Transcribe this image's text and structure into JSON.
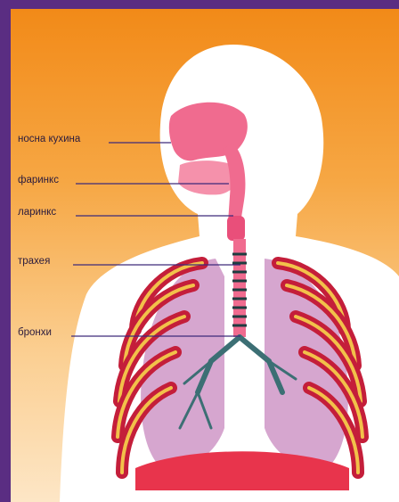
{
  "diagram": {
    "labels": [
      {
        "id": "nasal-cavity",
        "text": "носна кухина"
      },
      {
        "id": "pharynx",
        "text": "фаринкс"
      },
      {
        "id": "larynx",
        "text": "ларинкс"
      },
      {
        "id": "trachea",
        "text": "трахея"
      },
      {
        "id": "bronchi",
        "text": "бронхи"
      }
    ],
    "colors": {
      "frame": "#5a2d82",
      "background_top": "#f28a18",
      "body": "#ffffff",
      "airway": "#f06b8f",
      "muscle": "#c41e3a",
      "rib": "#f2c14a",
      "lung": "#d6a6cf",
      "bronchi": "#3c6f74",
      "diaphragm": "#e8344c",
      "leader_line": "#3d2a7a"
    }
  }
}
